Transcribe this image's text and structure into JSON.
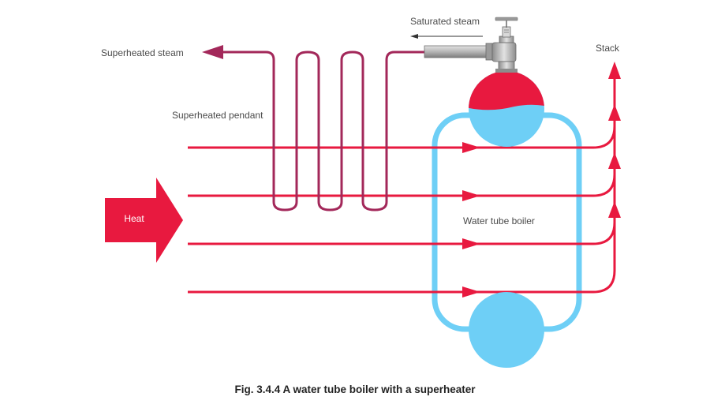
{
  "labels": {
    "saturated_steam": "Saturated steam",
    "superheated_steam": "Superheated steam",
    "superheated_pendant": "Superheated pendant",
    "stack": "Stack",
    "heat": "Heat",
    "water_tube_boiler": "Water tube boiler"
  },
  "caption": "Fig. 3.4.4 A water tube boiler with a superheater",
  "icons": {
    "valve": "steam-valve-icon",
    "heat_arrow": "heat-arrow-icon"
  },
  "colors": {
    "flue_gas": "#e8193f",
    "superheater_tube": "#a3285a",
    "water": "#6ecff6",
    "steam_drum_top": "#e8193f",
    "pipe_grey": "#a8a8a8",
    "label_text": "#4a4a4a"
  }
}
